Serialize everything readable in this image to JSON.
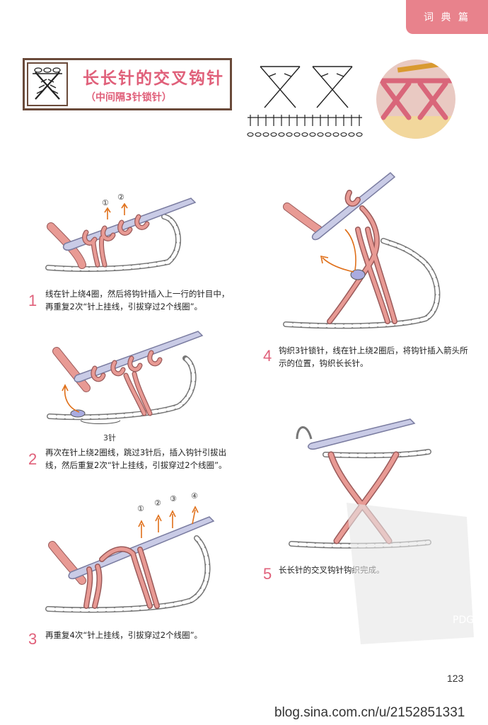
{
  "header": {
    "tab_label": "词 典 篇"
  },
  "title": {
    "main": "长长针的交叉钩针",
    "sub": "（中间隔3针锁针）"
  },
  "steps": [
    {
      "num": "1",
      "text": "线在针上绕4圈，然后将钩针插入上一行的针目中，再重复2次“针上挂线，引拔穿过2个线圈”。"
    },
    {
      "num": "2",
      "text": "再次在针上绕2圈线，跳过3针后，插入钩针引拔出线，然后重复2次“针上挂线，引拔穿过2个线圈”。"
    },
    {
      "num": "3",
      "text": "再重复4次“针上挂线，引拔穿过2个线圈”。"
    },
    {
      "num": "4",
      "text": "钩织3针锁针，线在针上绕2圈后，将钩针插入箭头所示的位置，钩织长长针。"
    },
    {
      "num": "5",
      "text": "长长针的交叉钩针钩织完成。"
    }
  ],
  "labels": {
    "skip": "3针",
    "m1": "①",
    "m2": "②",
    "m3": "③",
    "m4": "④"
  },
  "page_number": "123",
  "watermark": "blog.sina.com.cn/u/2152851331",
  "colors": {
    "accent": "#e0607a",
    "tab": "#e8828c",
    "yarn": "#e89a94",
    "hook": "#c9cbe6",
    "arrow": "#e0701a"
  }
}
